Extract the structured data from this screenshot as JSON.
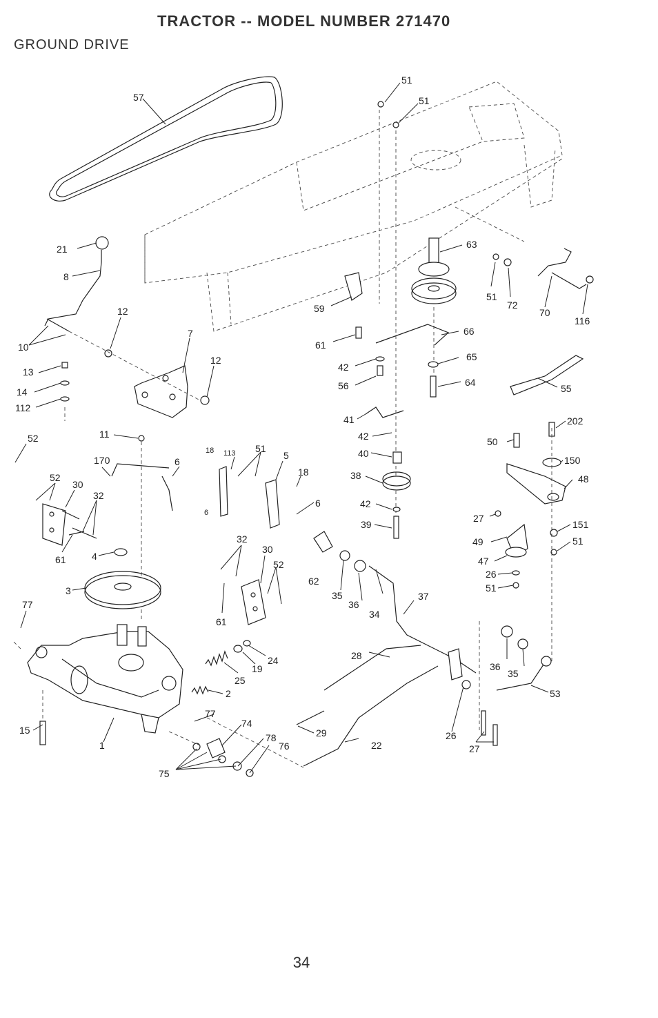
{
  "page": {
    "title": "TRACTOR -- MODEL NUMBER 271470",
    "section": "GROUND DRIVE",
    "page_number": "34"
  },
  "labels": {
    "p57": "57",
    "p51a": "51",
    "p51b": "51",
    "p21": "21",
    "p8": "8",
    "p12a": "12",
    "p7": "7",
    "p10": "10",
    "p13": "13",
    "p14": "14",
    "p112": "112",
    "p12b": "12",
    "p52a": "52",
    "p11": "11",
    "p170": "170",
    "p6a": "6",
    "p52b": "52",
    "p30a": "30",
    "p32a": "32",
    "p61a": "61",
    "p4": "4",
    "p3": "3",
    "p77a": "77",
    "p15": "15",
    "p1": "1",
    "p18a": "18",
    "p113": "113",
    "p51c": "51",
    "p5": "5",
    "p18b": "18",
    "p6b": "6",
    "p6c": "6",
    "p32b": "32",
    "p30b": "30",
    "p52c": "52",
    "p61b": "61",
    "p24": "24",
    "p19": "19",
    "p25": "25",
    "p2": "2",
    "p77b": "77",
    "p74": "74",
    "p78": "78",
    "p76": "76",
    "p75": "75",
    "p63": "63",
    "p59": "59",
    "p61c": "61",
    "p66": "66",
    "p42a": "42",
    "p65": "65",
    "p56": "56",
    "p64": "64",
    "p41": "41",
    "p42b": "42",
    "p40": "40",
    "p38": "38",
    "p42c": "42",
    "p39": "39",
    "p62": "62",
    "p35a": "35",
    "p36a": "36",
    "p34": "34",
    "p37": "37",
    "p28": "28",
    "p29": "29",
    "p22": "22",
    "p26a": "26",
    "p27a": "27",
    "p36b": "36",
    "p35b": "35",
    "p53": "53",
    "p51d": "51",
    "p72": "72",
    "p70": "70",
    "p116": "116",
    "p55": "55",
    "p202": "202",
    "p50": "50",
    "p150": "150",
    "p48": "48",
    "p27b": "27",
    "p151": "151",
    "p49": "49",
    "p51e": "51",
    "p47": "47",
    "p26b": "26",
    "p51f": "51"
  }
}
